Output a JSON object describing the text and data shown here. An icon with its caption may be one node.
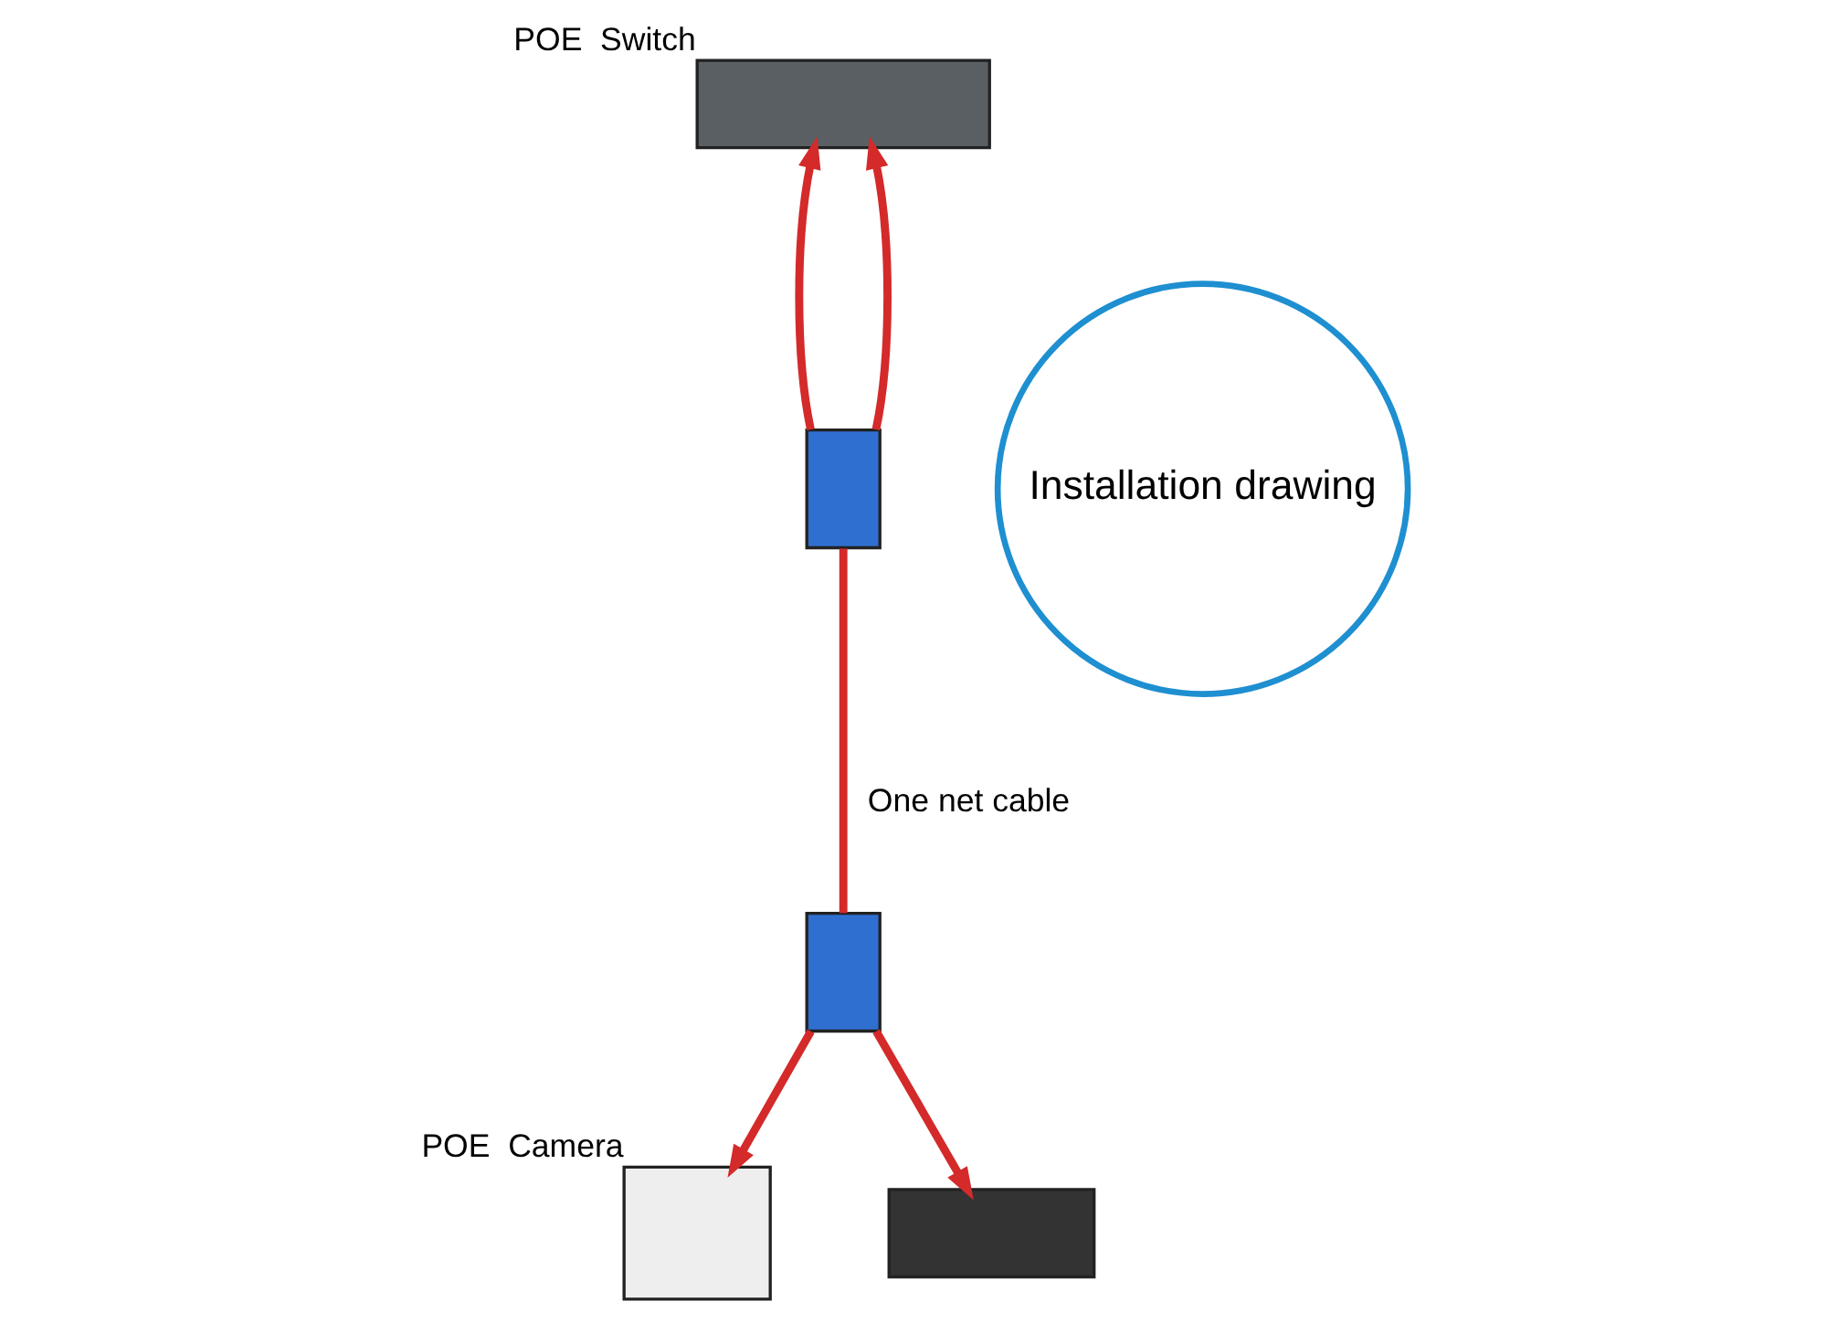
{
  "diagram": {
    "nodes": [
      {
        "text": [],
        "shape": "box",
        "beside": [
          "POE  Switch"
        ]
      },
      {
        "text": [],
        "shape": "box"
      },
      {
        "text": [],
        "shape": "box"
      },
      {
        "text": [],
        "shape": "box",
        "beside": [
          "POE  Camera"
        ]
      },
      {
        "text": [],
        "shape": "box"
      },
      {
        "text": [
          "Installation drawing"
        ]
      }
    ],
    "edges": [
      {
        "from": 1,
        "to": 0,
        "arrow": "to"
      },
      {
        "from": 1,
        "to": 0,
        "arrow": "to"
      },
      {
        "from": 1,
        "to": 2,
        "arrow": "none",
        "label": "One net cable"
      },
      {
        "from": 2,
        "to": 3,
        "arrow": "to"
      },
      {
        "from": 2,
        "to": 4,
        "arrow": "to"
      }
    ]
  }
}
